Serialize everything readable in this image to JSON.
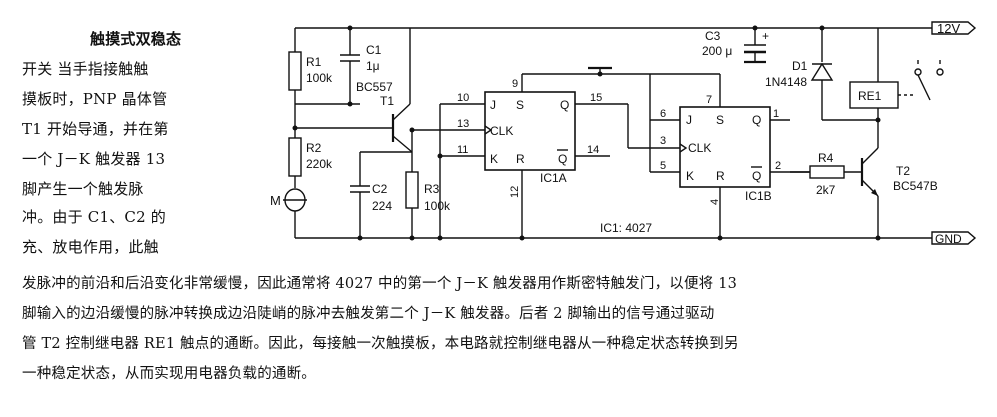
{
  "text": {
    "title": "触摸式双稳态",
    "left_lines": [
      "开关  当手指接触触",
      "摸板时，PNP 晶体管",
      "T1 开始导通，并在第",
      "一个 J－K 触发器 13",
      "脚产生一个触发脉",
      "冲。由于 C1、C2 的",
      "充、放电作用，此触"
    ],
    "bottom_lines": [
      "发脉冲的前沿和后沿变化非常缓慢，因此通常将 4027 中的第一个 J－K 触发器用作斯密特触发门，以便将 13",
      "脚输入的边沿缓慢的脉冲转换成边沿陡峭的脉冲去触发第二个 J－K 触发器。后者 2 脚输出的信号通过驱动",
      "管 T2 控制继电器 RE1 触点的通断。因此，每接触一次触摸板，本电路就控制继电器从一种稳定状态转换到另",
      "一种稳定状态，从而实现用电器负载的通断。"
    ]
  },
  "diagram": {
    "supply_12v": "12V",
    "supply_gnd": "GND",
    "r1_name": "R1",
    "r1_value": "100k",
    "c1_name": "C1",
    "c1_value": "1μ",
    "t1_type": "BC557",
    "t1_name": "T1",
    "r2_name": "R2",
    "r2_value": "220k",
    "m_name": "M",
    "c2_name": "C2",
    "c2_value": "224",
    "r3_name": "R3",
    "r3_value": "100k",
    "c3_name": "C3",
    "c3_value": "200 μ",
    "c3_plus": "+",
    "d1_name": "D1",
    "d1_type": "1N4148",
    "re1_name": "RE1",
    "r4_name": "R4",
    "r4_value": "2k7",
    "t2_name": "T2",
    "t2_type": "BC547B",
    "ic_label": "IC1: 4027",
    "ic1a": {
      "name": "IC1A",
      "j": "J",
      "s": "S",
      "q": "Q",
      "clk": "CLK",
      "k": "K",
      "r": "R",
      "qbar": "Q",
      "pin_s": "9",
      "pin_j": "10",
      "pin_clk": "13",
      "pin_k": "11",
      "pin_q": "15",
      "pin_qbar": "14",
      "pin_r": "12"
    },
    "ic1b": {
      "name": "IC1B",
      "j": "J",
      "s": "S",
      "q": "Q",
      "clk": "CLK",
      "k": "K",
      "r": "R",
      "qbar": "Q",
      "pin_j": "6",
      "pin_clk": "3",
      "pin_k": "5",
      "pin_s": "7",
      "pin_q": "1",
      "pin_qbar": "2",
      "pin_r": "4"
    }
  }
}
